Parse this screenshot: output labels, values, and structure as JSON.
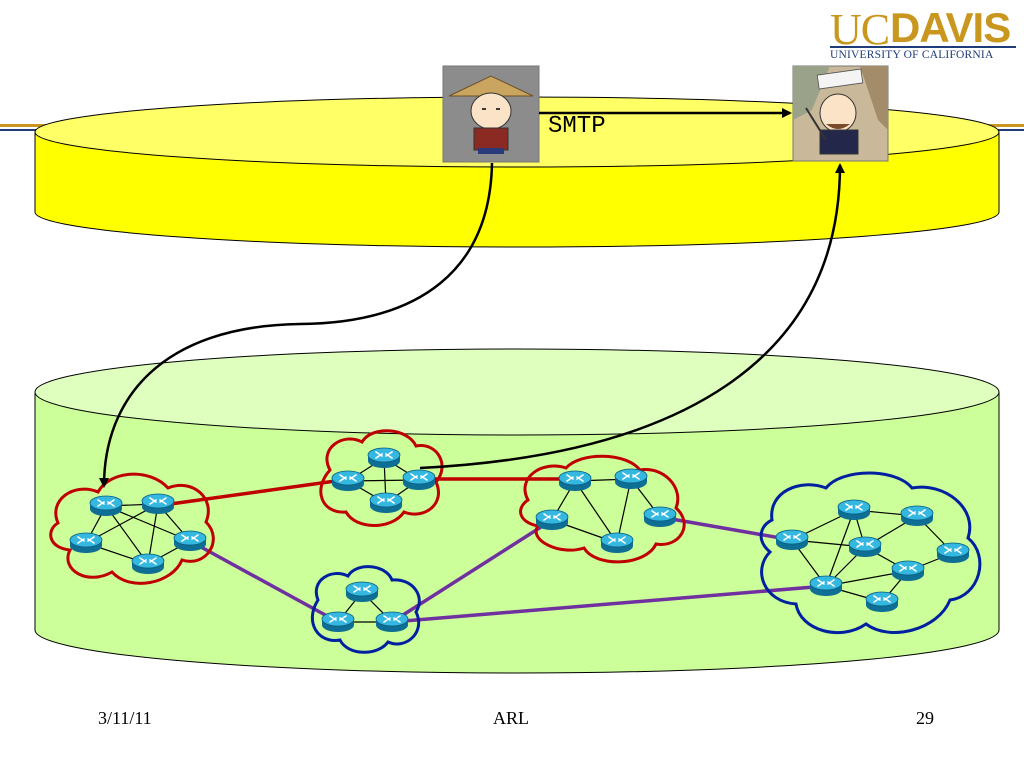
{
  "logo": {
    "uc": "UC",
    "davis": "DAVIS",
    "subtitle": "UNIVERSITY OF CALIFORNIA"
  },
  "protocol_label": "SMTP",
  "footer": {
    "date": "3/11/11",
    "center": "ARL",
    "page": "29"
  },
  "colors": {
    "app_layer": "#ffff00",
    "network_layer": "#ccff99",
    "red_link": "#c00000",
    "purple_link": "#7030a0",
    "blue_cloud": "#0020a0",
    "router": "#1aa0c8"
  },
  "diagram": {
    "layers": [
      "application-layer",
      "network-layer"
    ],
    "clouds": [
      {
        "id": "as-left",
        "outline": "red"
      },
      {
        "id": "as-top-center",
        "outline": "red"
      },
      {
        "id": "as-right-center",
        "outline": "red"
      },
      {
        "id": "as-bottom-small",
        "outline": "blue"
      },
      {
        "id": "as-right-large",
        "outline": "blue"
      }
    ],
    "hosts": [
      {
        "id": "sender-host",
        "icon": "cartoon-character-sender-icon"
      },
      {
        "id": "receiver-host",
        "icon": "cartoon-character-receiver-icon"
      }
    ]
  }
}
